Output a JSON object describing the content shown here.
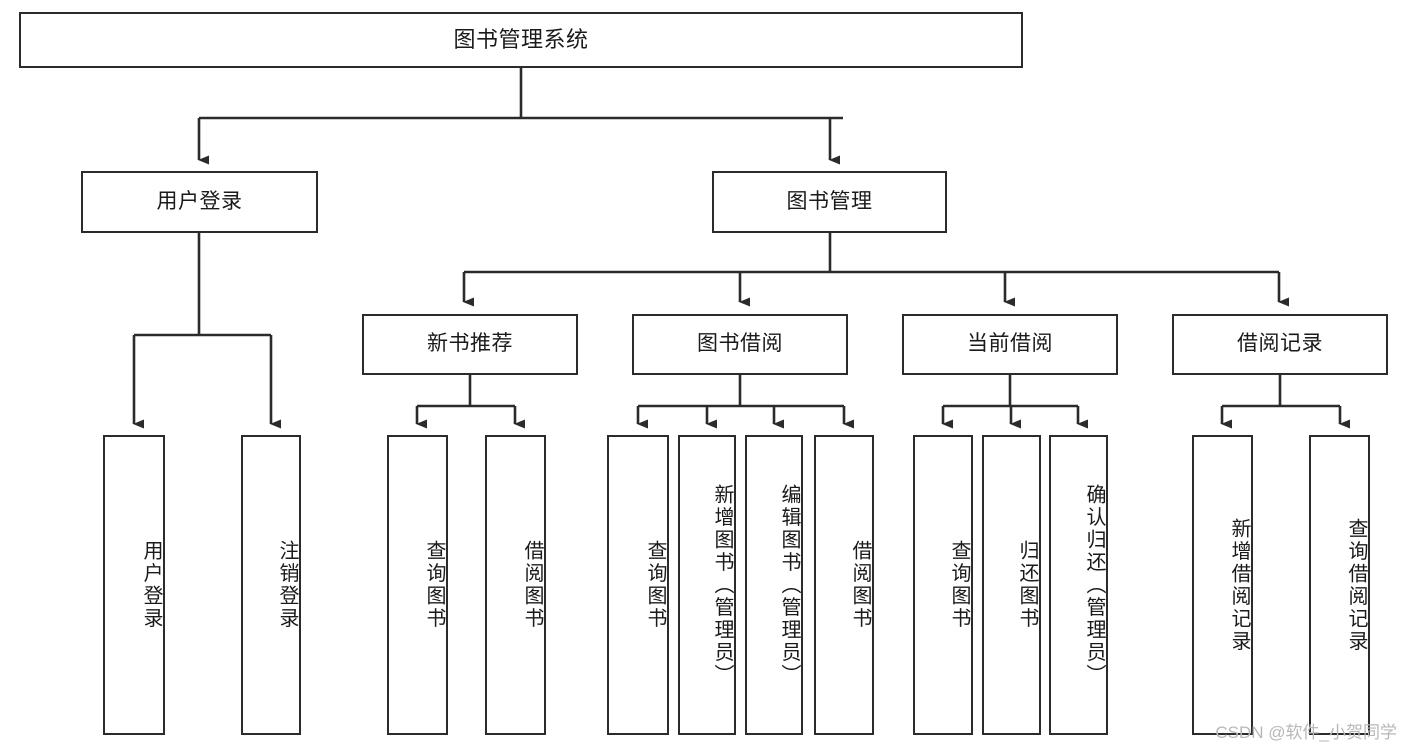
{
  "diagram": {
    "title": "图书管理系统",
    "watermark": "CSDN @软件_小贺同学",
    "line_color": "#2b2b2b",
    "node_fill": "#ffffff",
    "text_color": "#1a1a1a",
    "nodes": {
      "root": {
        "label": "图书管理系统"
      },
      "level2": [
        {
          "id": "user-login",
          "label": "用户登录"
        },
        {
          "id": "book-manage",
          "label": "图书管理"
        }
      ],
      "level3": [
        {
          "id": "new-book-recommend",
          "label": "新书推荐"
        },
        {
          "id": "book-borrow",
          "label": "图书借阅"
        },
        {
          "id": "current-borrow",
          "label": "当前借阅"
        },
        {
          "id": "borrow-record",
          "label": "借阅记录"
        }
      ],
      "leaves": [
        {
          "id": "leaf-user-login",
          "label": "用户登录"
        },
        {
          "id": "leaf-user-logout",
          "label": "注销登录"
        },
        {
          "id": "leaf-query-book-1",
          "label": "查询图书"
        },
        {
          "id": "leaf-borrow-book-1",
          "label": "借阅图书"
        },
        {
          "id": "leaf-query-book-2",
          "label": "查询图书"
        },
        {
          "id": "leaf-add-book",
          "label": "新增图书（管理员）"
        },
        {
          "id": "leaf-edit-book",
          "label": "编辑图书（管理员）"
        },
        {
          "id": "leaf-borrow-book-2",
          "label": "借阅图书"
        },
        {
          "id": "leaf-query-book-3",
          "label": "查询图书"
        },
        {
          "id": "leaf-return-book",
          "label": "归还图书"
        },
        {
          "id": "leaf-confirm-return",
          "label": "确认归还（管理员）"
        },
        {
          "id": "leaf-add-record",
          "label": "新增借阅记录"
        },
        {
          "id": "leaf-query-record",
          "label": "查询借阅记录"
        }
      ]
    }
  }
}
